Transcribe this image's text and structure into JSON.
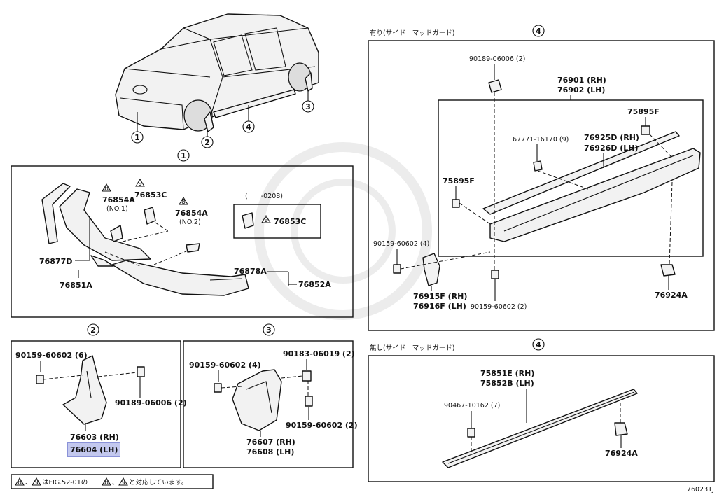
{
  "diagram_id": "760231J",
  "top_right": {
    "with_label": "有り(サイド　マッドガード)",
    "without_label": "無し(サイド　マッドガード)",
    "circle_ref": "4"
  },
  "callouts": [
    "1",
    "2",
    "3",
    "4"
  ],
  "parts": {
    "p76877D": "76877D",
    "p76851A": "76851A",
    "p76854A_1": "76854A",
    "no1": "(NO.1)",
    "p76853C": "76853C",
    "p76854A_2": "76854A",
    "no2": "(NO.2)",
    "date_range": "(　　-0208)",
    "p76853C_box": "76853C",
    "p76878A": "76878A",
    "p76852A": "76852A",
    "flag8": "8",
    "flag9": "9",
    "s2_bolt": "90159-60602 (6)",
    "s2_clip": "90189-06006 (2)",
    "s2_rh": "76603 (RH)",
    "s2_lh": "76604 (LH)",
    "s3_bolt": "90159-60602 (4)",
    "s3_nut": "90183-06019 (2)",
    "s3_bolt2": "90159-60602 (2)",
    "s3_rh": "76607 (RH)",
    "s3_lh": "76608 (LH)",
    "s4_clip": "90189-06006 (2)",
    "s4_rh": "76901 (RH)",
    "s4_lh": "76902 (LH)",
    "s4_75895F_a": "75895F",
    "s4_67771": "67771-16170 (9)",
    "s4_76925D": "76925D (RH)",
    "s4_76926D": "76926D (LH)",
    "s4_75895F_b": "75895F",
    "s4_bolt": "90159-60602 (4)",
    "s4_76915F": "76915F (RH)",
    "s4_76916F": "76916F (LH)",
    "s4_bolt2": "90159-60602 (2)",
    "s4_76924A": "76924A",
    "s5_rh": "75851E (RH)",
    "s5_lh": "75852B (LH)",
    "s5_screw": "90467-10162 (7)",
    "s5_76924A": "76924A"
  },
  "note": {
    "t1": "、",
    "t2": "はFIG.52-01の",
    "t3": "、",
    "t4": "と対応しています。"
  },
  "selected_part": "76604 (LH)"
}
